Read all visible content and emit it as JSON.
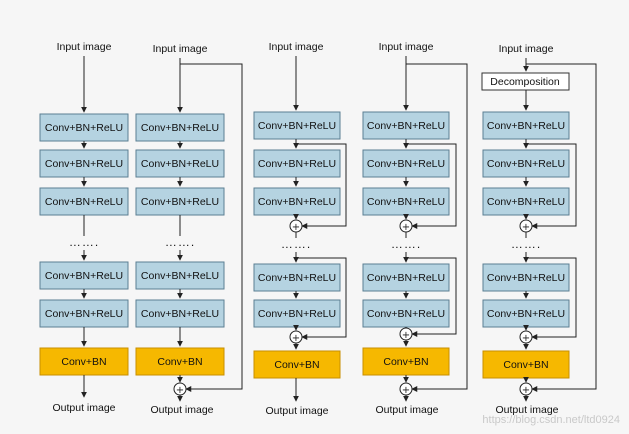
{
  "labels": {
    "input": "Input image",
    "output": "Output image",
    "conv_bn_relu": "Conv+BN+ReLU",
    "conv_bn": "Conv+BN",
    "decomposition": "Decomposition",
    "dots": "…….",
    "plus": "+"
  },
  "watermark": "https://blog.csdn.net/ltd0924",
  "colors": {
    "block_fill": "#b5d3e1",
    "block_stroke": "#5b7f93",
    "final_fill": "#f6b800",
    "final_stroke": "#c88f00",
    "line": "#222222",
    "background": "#f6f6f6"
  }
}
